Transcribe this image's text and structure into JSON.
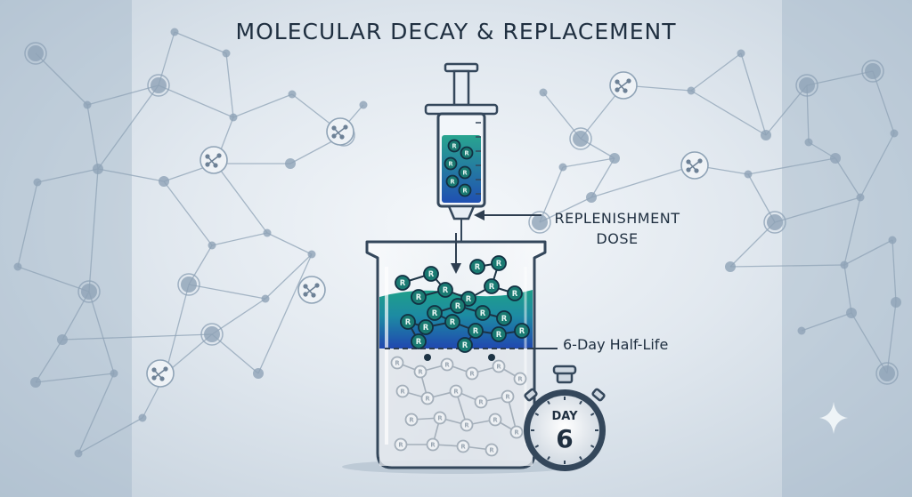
{
  "title": "MOLECULAR DECAY & REPLACEMENT",
  "annotations": {
    "dose_line1": "REPLENISHMENT",
    "dose_line2": "DOSE",
    "half_life": "6-Day Half-Life"
  },
  "molecule_marker": "R",
  "stopwatch": {
    "label": "DAY",
    "value": "6"
  },
  "colors": {
    "background": "#e6ecf2",
    "network": "#8fa3b6",
    "solution_top": "#1fa08a",
    "solution_bottom": "#1f55b0",
    "molecule_fill": "#1a7a72",
    "decayed_molecule": "#b3bcc6",
    "outline": "#2e3e50"
  }
}
